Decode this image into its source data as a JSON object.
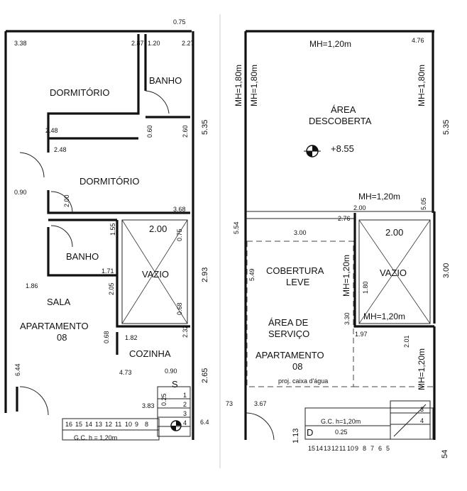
{
  "left_plan": {
    "rooms": {
      "dormitorio_1": "DORMITÓRIO",
      "dormitorio_2": "DORMITÓRIO",
      "banho_1": "BANHO",
      "banho_2": "BANHO",
      "vazio": "VAZIO",
      "sala": "SALA",
      "apartamento_line1": "APARTAMENTO",
      "apartamento_line2": "08",
      "cozinha": "COZINHA"
    },
    "dims": {
      "top_075": "0.75",
      "d338": "3.38",
      "d287": "2.87",
      "d120": "1.20",
      "d227": "2.27",
      "v535": "5.35",
      "d248a": "2.48",
      "d248b": "2.48",
      "d060": "0.60",
      "d260": "2.60",
      "d090": "0.90",
      "d200v": "2.00",
      "d368": "3.68",
      "d200h": "2.00",
      "d155": "1.55",
      "d075v": "0.75",
      "v293": "2.93",
      "d171": "1.71",
      "d186": "1.86",
      "d205": "2.05",
      "d068a": "0.68",
      "d068b": "0.68",
      "d182": "1.82",
      "d232": "2.32",
      "v265": "2.65",
      "d473": "4.73",
      "d090b": "0.90",
      "d644": "6.44",
      "d025": "0.25",
      "d383": "3.83",
      "d64": "6.4"
    },
    "stair_steps": [
      "16",
      "15",
      "14",
      "13",
      "12",
      "11",
      "10",
      "9",
      "8"
    ],
    "stair_steps_right": [
      "1",
      "2",
      "3",
      "4"
    ],
    "stair_letter": "S",
    "gc": "G.C. h = 1,20m"
  },
  "right_plan": {
    "mh_top": "MH=1,20m",
    "mh_left1": "MH=1,80m",
    "mh_left2": "MH=1,80m",
    "mh_right": "MH=1,80m",
    "d476": "4.76",
    "area_line1": "ÁREA",
    "area_line2": "DESCOBERTA",
    "level": "+8.55",
    "v535": "5.35",
    "mh_mid": "MH=1,20m",
    "d200": "2.00",
    "d505": "5.05",
    "d276": "2.76",
    "d554": "5.54",
    "d300": "3.00",
    "d200b": "2.00",
    "cobertura_line1": "COBERTURA",
    "cobertura_line2": "LEVE",
    "mh_vert": "MH=1,20m",
    "vazio": "VAZIO",
    "d180": "1.80",
    "d549": "5.49",
    "v300": "3.00",
    "d330": "3.30",
    "mh_small": "MH=1,20m",
    "d197": "1.97",
    "servico_line1": "ÁREA DE",
    "servico_line2": "SERVIÇO",
    "d201": "2.01",
    "apartamento_line1": "APARTAMENTO",
    "apartamento_line2": "08",
    "proj": "proj. caixa d'água",
    "mh_right2": "MH=1,20m",
    "d073": "73",
    "d367": "3.67",
    "d113": "1.13",
    "stair_letter": "D",
    "gc": "G.C. h=1,20m",
    "d025": "0.25",
    "stair_steps": [
      "15",
      "14",
      "13",
      "12",
      "11",
      "10",
      "9",
      "8",
      "7",
      "6",
      "5"
    ],
    "stair_steps_right": [
      "3",
      "4"
    ],
    "d54": "54"
  }
}
